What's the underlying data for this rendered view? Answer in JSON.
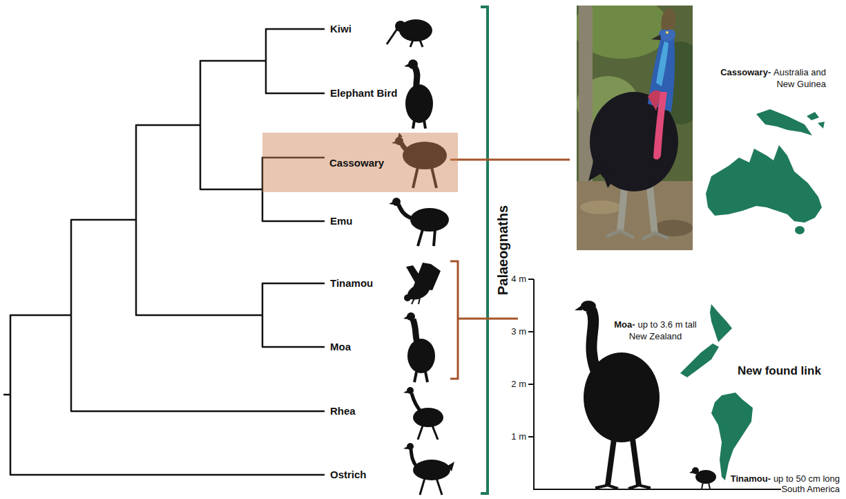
{
  "diagram": {
    "nodes": [
      {
        "text": [
          "Cassowary"
        ]
      }
    ],
    "labels": [
      "Kiwi",
      "Elephant Bird",
      "Emu",
      "Tinamou",
      "Moa",
      "Rhea",
      "Ostrich",
      "Palaeognaths",
      "Cassowary-",
      "Australia and New Guinea",
      "4 m",
      "3 m",
      "2 m",
      "1 m",
      "Moa-",
      "up to 3.6 m tall",
      "New Zealand",
      "New found link",
      "Tinamou-",
      "up to 50 cm long",
      "South America"
    ]
  }
}
